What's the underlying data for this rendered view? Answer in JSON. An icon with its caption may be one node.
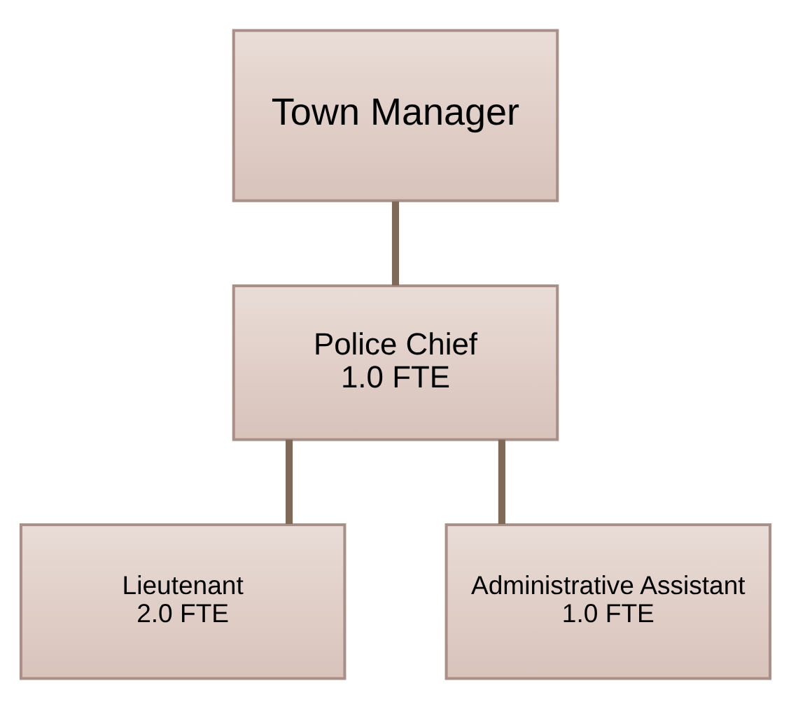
{
  "diagram": {
    "nodes": [
      {
        "text": [
          "Town Manager"
        ]
      },
      {
        "text": [
          "Police Chief",
          "1.0 FTE"
        ]
      },
      {
        "text": [
          "Lieutenant",
          "2.0 FTE"
        ]
      },
      {
        "text": [
          "Administrative Assistant",
          "1.0 FTE"
        ]
      }
    ],
    "edges": [
      {
        "from": 0,
        "to": 1,
        "arrow": "none"
      },
      {
        "from": 1,
        "to": 2,
        "arrow": "none"
      },
      {
        "from": 1,
        "to": 3,
        "arrow": "none"
      }
    ]
  }
}
